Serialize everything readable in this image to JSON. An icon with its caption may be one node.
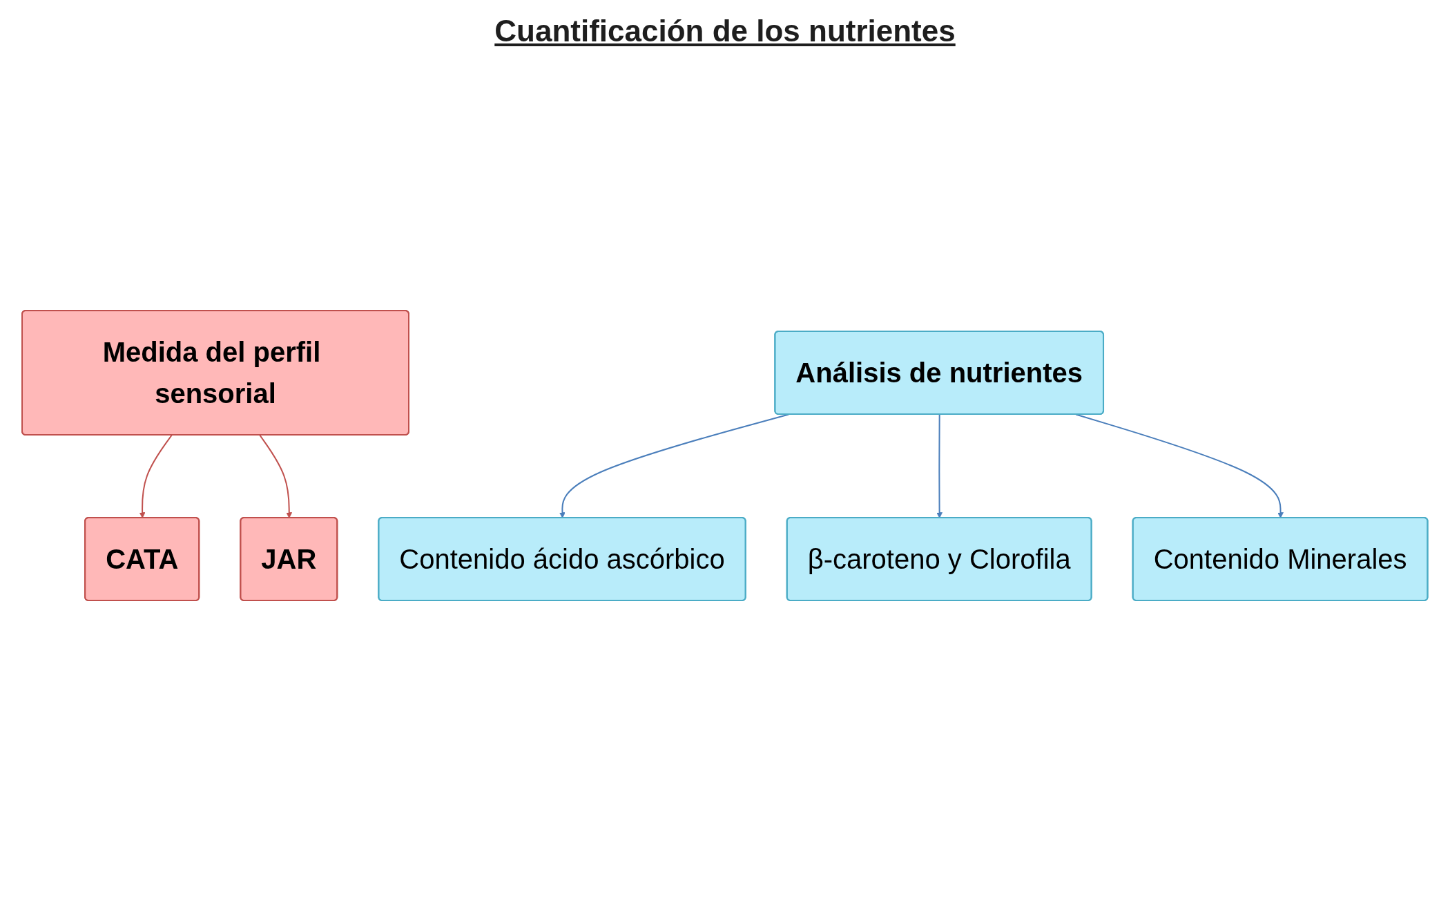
{
  "diagram": {
    "nodes": [
      {
        "text": [
          "Medida del perfil sensorial"
        ]
      },
      {
        "text": [
          "CATA"
        ]
      },
      {
        "text": [
          "JAR"
        ]
      },
      {
        "text": [
          "Análisis de nutrientes"
        ]
      },
      {
        "text": [
          "Contenido ácido ascórbico"
        ]
      },
      {
        "text": [
          "β-caroteno y Clorofila"
        ]
      },
      {
        "text": [
          "Contenido Minerales"
        ]
      }
    ],
    "edges": [
      {
        "from": 0,
        "to": 1,
        "arrow": "to",
        "color": "#c0504d"
      },
      {
        "from": 0,
        "to": 2,
        "arrow": "to",
        "color": "#c0504d"
      },
      {
        "from": 3,
        "to": 4,
        "arrow": "to"
      },
      {
        "from": 3,
        "to": 5,
        "arrow": "to"
      },
      {
        "from": 3,
        "to": 6,
        "arrow": "to"
      }
    ],
    "labels": [
      "Cuantificación de los nutrientes"
    ]
  }
}
